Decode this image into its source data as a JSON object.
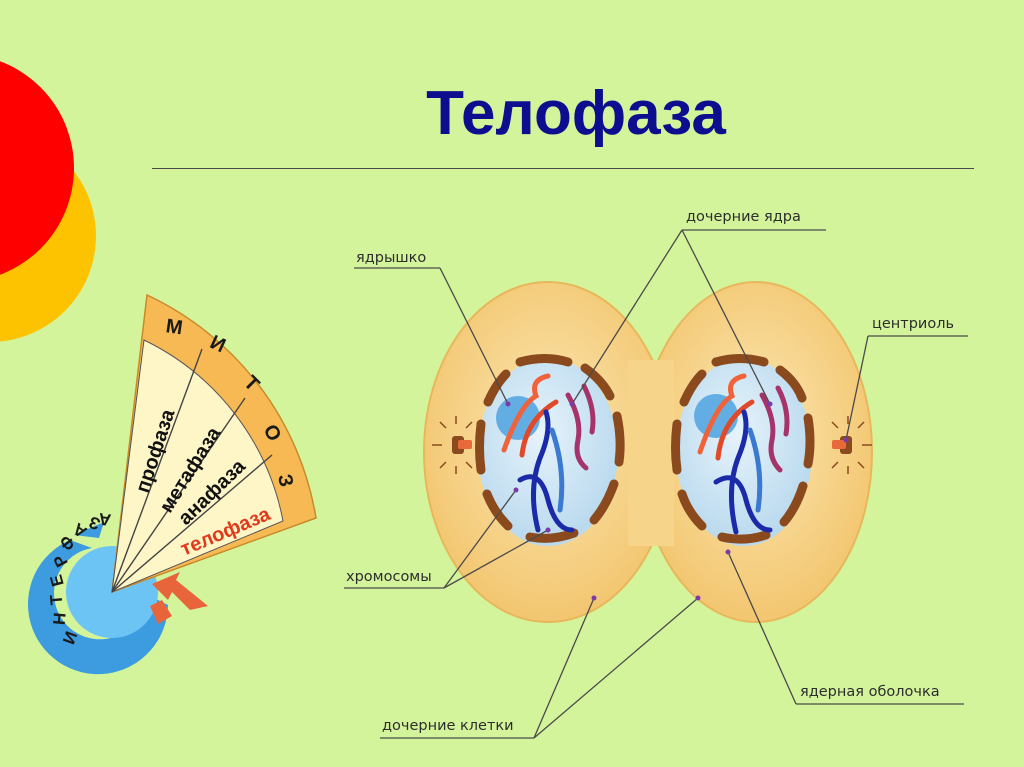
{
  "title": "Телофаза",
  "wheel": {
    "header": [
      "М",
      "И",
      "Т",
      "О",
      "З"
    ],
    "phases": [
      "профаза",
      "метафаза",
      "анафаза",
      "телофаза"
    ],
    "active_phase": "телофаза",
    "interphase": [
      "И",
      "Н",
      "Т",
      "Е",
      "Р",
      "Ф",
      "А",
      "З",
      "А"
    ]
  },
  "labels": {
    "nucleolus": "ядрышко",
    "daughter_nuclei": "дочерние ядра",
    "centriole": "центриоль",
    "chromosomes": "хромосомы",
    "nuclear_envelope": "ядерная оболочка",
    "daughter_cells": "дочерние клетки"
  },
  "colors": {
    "background": "#d4f49c",
    "title": "#0d0e8f",
    "cell_fill": "#f6d98c",
    "nucleus_fill": "#cde6f4",
    "envelope": "#8a4a1e",
    "active_phase": "#e03a1a",
    "pointer": "#7a3aa8"
  }
}
